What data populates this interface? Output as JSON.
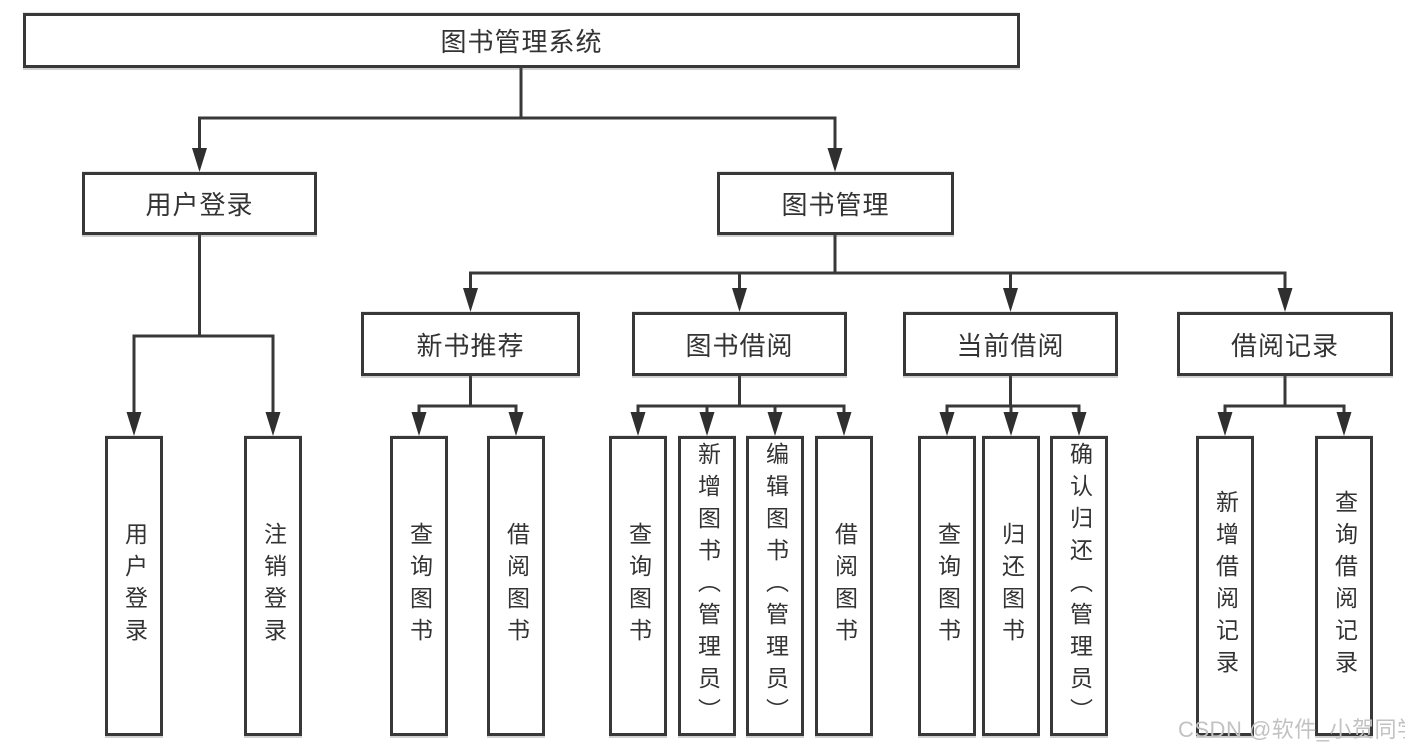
{
  "diagram": {
    "nodes": {
      "root": "图书管理系统",
      "l2_user_login": "用户登录",
      "l2_book_mgmt": "图书管理",
      "l3_new_book_rec": "新书推荐",
      "l3_book_borrow": "图书借阅",
      "l3_current_borrow": "当前借阅",
      "l3_borrow_records": "借阅记录",
      "leaf_user_login": "用户登录",
      "leaf_logout": "注销登录",
      "leaf_nbr_query_book": "查询图书",
      "leaf_nbr_borrow_book": "借阅图书",
      "leaf_bb_query_book": "查询图书",
      "leaf_bb_add_book": "新增图书（管理员）",
      "leaf_bb_edit_book": "编辑图书（管理员）",
      "leaf_bb_borrow_book": "借阅图书",
      "leaf_cb_query_book": "查询图书",
      "leaf_cb_return_book": "归还图书",
      "leaf_cb_confirm_return": "确认归还（管理员）",
      "leaf_br_add_record": "新增借阅记录",
      "leaf_br_query_record": "查询借阅记录"
    },
    "hierarchy": [
      {
        "parent": "图书管理系统",
        "children": [
          "用户登录",
          "图书管理"
        ]
      },
      {
        "parent": "用户登录",
        "children": [
          "用户登录",
          "注销登录"
        ]
      },
      {
        "parent": "图书管理",
        "children": [
          "新书推荐",
          "图书借阅",
          "当前借阅",
          "借阅记录"
        ]
      },
      {
        "parent": "新书推荐",
        "children": [
          "查询图书",
          "借阅图书"
        ]
      },
      {
        "parent": "图书借阅",
        "children": [
          "查询图书",
          "新增图书（管理员）",
          "编辑图书（管理员）",
          "借阅图书"
        ]
      },
      {
        "parent": "当前借阅",
        "children": [
          "查询图书",
          "归还图书",
          "确认归还（管理员）"
        ]
      },
      {
        "parent": "借阅记录",
        "children": [
          "新增借阅记录",
          "查询借阅记录"
        ]
      }
    ],
    "colors": {
      "line": "#383838",
      "text": "#333333",
      "box_border": "#383838",
      "background": "#ffffff",
      "watermark_text": "#c2c2c2"
    }
  },
  "watermark": "CSDN @软件_小贺同学"
}
